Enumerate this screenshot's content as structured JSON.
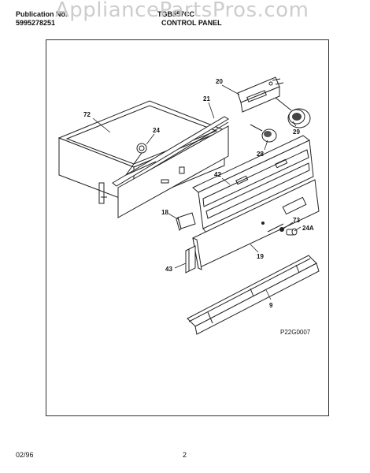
{
  "header": {
    "publication_label": "Publication No.",
    "publication_number": "5995278251",
    "model": "TGB557CC",
    "section_title": "CONTROL PANEL"
  },
  "watermark": "AppliancePartsPros.com",
  "diagram": {
    "parts": [
      {
        "id": "p72",
        "label": "72"
      },
      {
        "id": "p24",
        "label": "24"
      },
      {
        "id": "p21",
        "label": "21"
      },
      {
        "id": "p20",
        "label": "20"
      },
      {
        "id": "p29",
        "label": "29"
      },
      {
        "id": "p28",
        "label": "28"
      },
      {
        "id": "p42",
        "label": "42"
      },
      {
        "id": "p18",
        "label": "18"
      },
      {
        "id": "p73",
        "label": "73"
      },
      {
        "id": "p24a",
        "label": "24A"
      },
      {
        "id": "p19",
        "label": "19"
      },
      {
        "id": "p43",
        "label": "43"
      },
      {
        "id": "p9",
        "label": "9"
      }
    ],
    "drawing_code": "P22G0007"
  },
  "footer": {
    "date": "02/96",
    "page": "2"
  }
}
